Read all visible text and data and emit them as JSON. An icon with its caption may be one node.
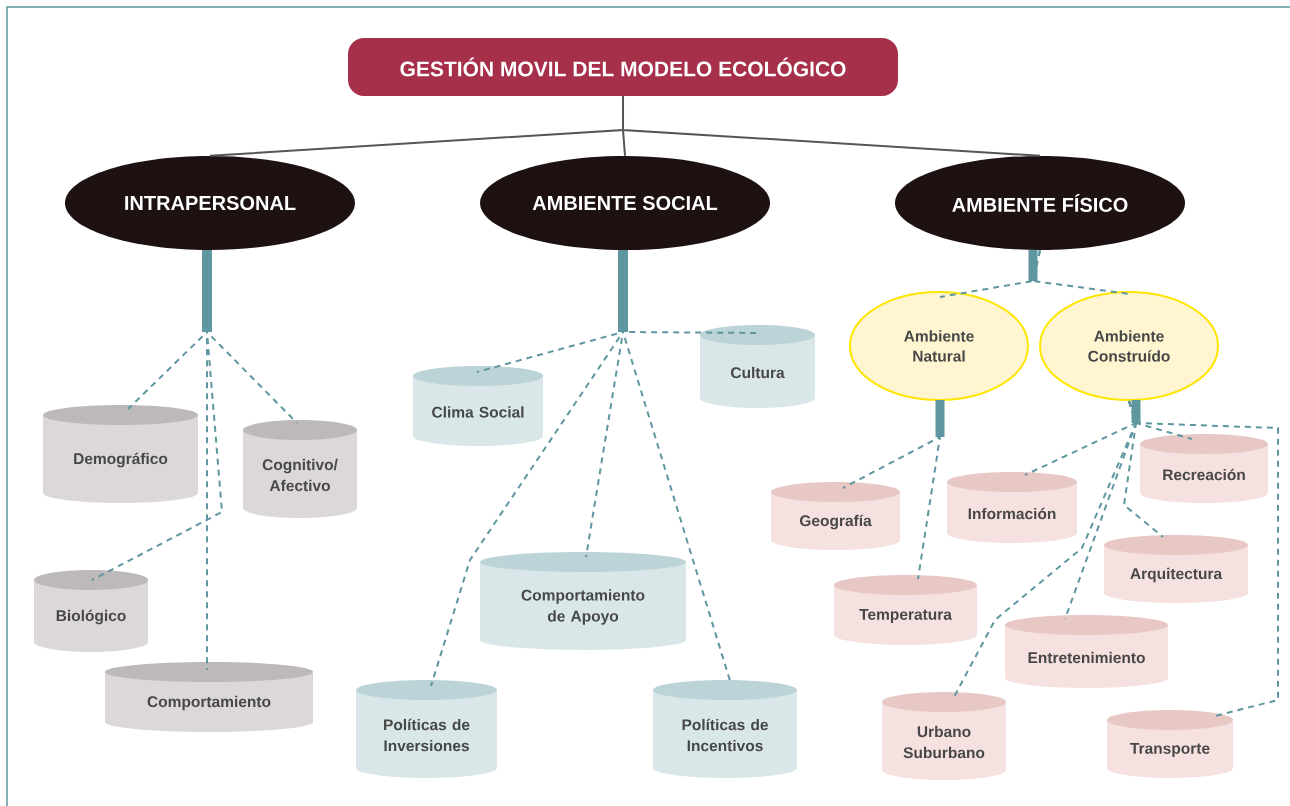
{
  "diagram": {
    "nodes": [
      {
        "text": [
          "GESTIÓN MOVIL DEL MODELO ECOLÓGICO"
        ]
      },
      {
        "text": [
          "INTRAPERSONAL"
        ]
      },
      {
        "text": [
          "AMBIENTE SOCIAL"
        ]
      },
      {
        "text": [
          "AMBIENTE FÍSICO"
        ]
      },
      {
        "text": [
          "Demográfico"
        ]
      },
      {
        "text": [
          "Cognitivo/ Afectivo"
        ]
      },
      {
        "text": [
          "Biológico"
        ]
      },
      {
        "text": [
          "Comportamiento"
        ]
      },
      {
        "text": [
          "Cultura"
        ]
      },
      {
        "text": [
          "Clima Social"
        ]
      },
      {
        "text": [
          "Comportamiento de Apoyo"
        ]
      },
      {
        "text": [
          "Políticas de Inversiones"
        ]
      },
      {
        "text": [
          "Políticas de Incentivos"
        ]
      },
      {
        "text": [
          "Ambiente Natural"
        ]
      },
      {
        "text": [
          "Ambiente Construído"
        ]
      },
      {
        "text": [
          "Recreación"
        ]
      },
      {
        "text": [
          "Geografía"
        ]
      },
      {
        "text": [
          "Información"
        ]
      },
      {
        "text": [
          "Arquitectura"
        ]
      },
      {
        "text": [
          "Temperatura"
        ]
      },
      {
        "text": [
          "Entretenimiento"
        ]
      },
      {
        "text": [
          "Urbano Suburbano"
        ]
      },
      {
        "text": [
          "Transporte"
        ]
      }
    ],
    "edges": [
      {
        "from": 0,
        "to": 1,
        "arrow": "none",
        "color": "#555555"
      },
      {
        "from": 0,
        "to": 2,
        "arrow": "none",
        "color": "#555555"
      },
      {
        "from": 0,
        "to": 3,
        "arrow": "none",
        "color": "#555555"
      },
      {
        "from": 1,
        "to": 4,
        "arrow": "none",
        "style": "dashed"
      },
      {
        "from": 1,
        "to": 6,
        "arrow": "none",
        "style": "dashed"
      },
      {
        "from": 1,
        "to": 7,
        "arrow": "none",
        "style": "dashed"
      },
      {
        "from": 1,
        "to": 5,
        "arrow": "none",
        "style": "dashed"
      },
      {
        "from": 2,
        "to": 9,
        "arrow": "none",
        "style": "dashed"
      },
      {
        "from": 2,
        "to": 8,
        "arrow": "none",
        "style": "dashed"
      },
      {
        "from": 2,
        "to": 10,
        "arrow": "none",
        "style": "dashed"
      },
      {
        "from": 2,
        "to": 11,
        "arrow": "none",
        "style": "dashed"
      },
      {
        "from": 2,
        "to": 12,
        "arrow": "none",
        "style": "dashed"
      },
      {
        "from": 3,
        "to": 13,
        "arrow": "other",
        "style": "dashed"
      },
      {
        "from": 3,
        "to": 14,
        "arrow": "other",
        "style": "dashed"
      },
      {
        "from": 13,
        "to": 16,
        "arrow": "other",
        "style": "dashed"
      },
      {
        "from": 13,
        "to": 19,
        "arrow": "other",
        "style": "dashed"
      },
      {
        "from": 14,
        "to": 17,
        "arrow": "other",
        "style": "dashed"
      },
      {
        "from": 14,
        "to": 15,
        "arrow": "other",
        "style": "dashed"
      },
      {
        "from": 14,
        "to": 18,
        "arrow": "other",
        "style": "dashed"
      },
      {
        "from": 14,
        "to": 20,
        "arrow": "other",
        "style": "dashed"
      },
      {
        "from": 14,
        "to": 21,
        "arrow": "other",
        "style": "dashed"
      },
      {
        "from": 14,
        "to": 22,
        "arrow": "other",
        "style": "dashed"
      }
    ]
  }
}
